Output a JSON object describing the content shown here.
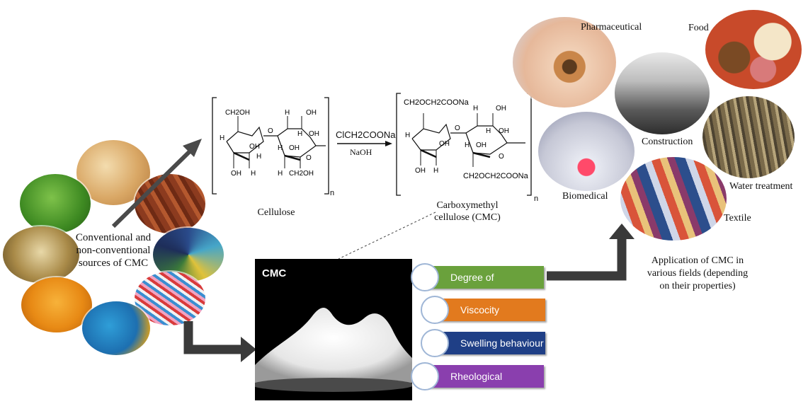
{
  "sources": {
    "label": "Conventional and non-conventional sources of CMC",
    "label_lines": [
      "Conventional and",
      "non-conventional",
      "sources of CMC"
    ]
  },
  "cellulose": {
    "name": "Cellulose",
    "groups": [
      "CH2OH",
      "OH",
      "H",
      "OH",
      "H",
      "OH",
      "O",
      "H",
      "OH",
      "H",
      "H",
      "OH",
      "H",
      "CH2OH",
      "O",
      "H"
    ],
    "repeat": "n"
  },
  "reaction": {
    "reagent": "ClCH2COONa",
    "condition": "NaOH"
  },
  "cmc_molecule": {
    "name_lines": [
      "Carboxymethyl",
      "cellulose (CMC)"
    ],
    "top_group": "CH2OCH2COONa",
    "bottom_group": "CH2OCH2COONa",
    "repeat": "n"
  },
  "cmc_photo": {
    "label": "CMC"
  },
  "properties": [
    {
      "label": "Degree of substitution",
      "color": "#6aa13c"
    },
    {
      "label": "Viscocity",
      "color": "#e27a1e"
    },
    {
      "label": "Swelling behaviour",
      "color": "#1f3f86"
    },
    {
      "label": "Rheological properties",
      "color": "#8a3fae"
    }
  ],
  "applications": {
    "items": [
      "Pharmaceutical",
      "Food",
      "Construction",
      "Biomedical",
      "Water treatment",
      "Textile"
    ],
    "caption_lines": [
      "Application of CMC in",
      "various fields (depending",
      "on their properties)"
    ]
  },
  "colors": {
    "arrow": "#3a3a3a",
    "bond": "#111111"
  }
}
